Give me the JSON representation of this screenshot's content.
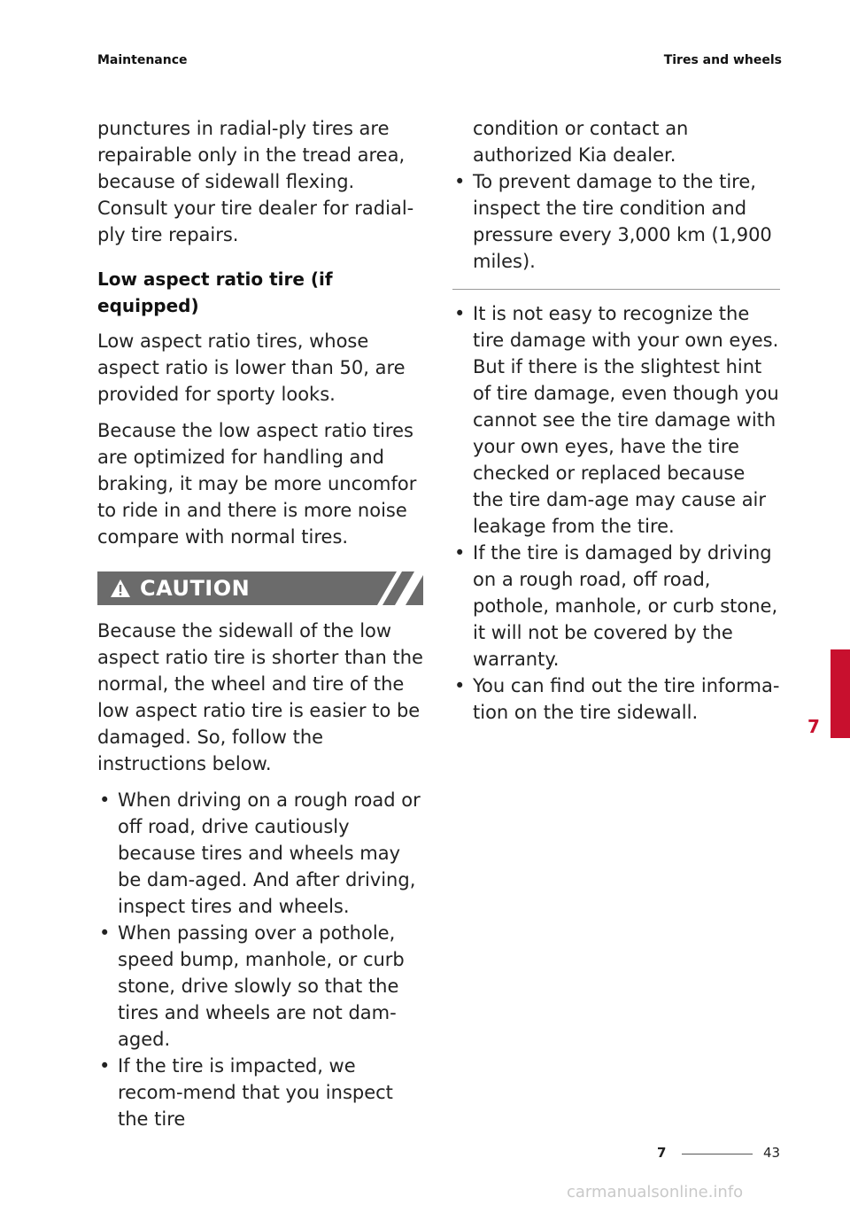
{
  "header": {
    "section": "Maintenance",
    "chapter": "Tires and wheels"
  },
  "left_column": {
    "intro": "punctures in radial-ply tires are repairable only in the tread area, because of sidewall flexing. Consult your tire dealer for radial-ply tire repairs.",
    "heading": "Low aspect ratio tire (if equipped)",
    "para1": "Low aspect ratio tires, whose aspect ratio is lower than 50, are provided for sporty looks.",
    "para2": "Because the low aspect ratio tires are optimized for handling and braking, it may be more uncomfor to ride in and there is more noise compare with normal tires.",
    "caution_title": "CAUTION",
    "caution_intro": "Because the sidewall of the low aspect ratio tire is shorter than the normal, the wheel and tire of the low aspect ratio tire is easier to be damaged. So, follow the instructions below.",
    "bullets": [
      "When driving on a rough road or off road, drive cautiously because tires and wheels may be dam-aged. And after driving, inspect tires and wheels.",
      "When passing over a pothole, speed bump, manhole, or curb stone, drive slowly so that the tires and wheels are not dam-aged.",
      "If the tire is impacted, we recom-mend that you inspect the tire"
    ]
  },
  "right_column": {
    "continuation": "condition or contact an authorized Kia dealer.",
    "bullets_top": [
      "To prevent damage to the tire, inspect the tire condition and pressure every 3,000 km (1,900 miles)."
    ],
    "bullets_bottom": [
      "It is not easy to recognize the tire damage with your own eyes. But if there is the slightest hint of tire damage, even though you cannot see the tire damage with your own eyes, have the tire checked or replaced because the tire dam-age may cause air leakage from the tire.",
      "If the tire is damaged by driving on a rough road, off road, pothole, manhole, or curb stone, it will not be covered by the warranty.",
      "You can find out the tire informa-tion on the tire sidewall."
    ]
  },
  "bullet_char": "•",
  "tab": {
    "number": "7",
    "color": "#c8102e"
  },
  "footer": {
    "chapter": "7",
    "page": "43"
  },
  "watermark": "carmanualsonline.info",
  "colors": {
    "caution_bar": "#6b6b6b",
    "accent": "#c8102e"
  }
}
